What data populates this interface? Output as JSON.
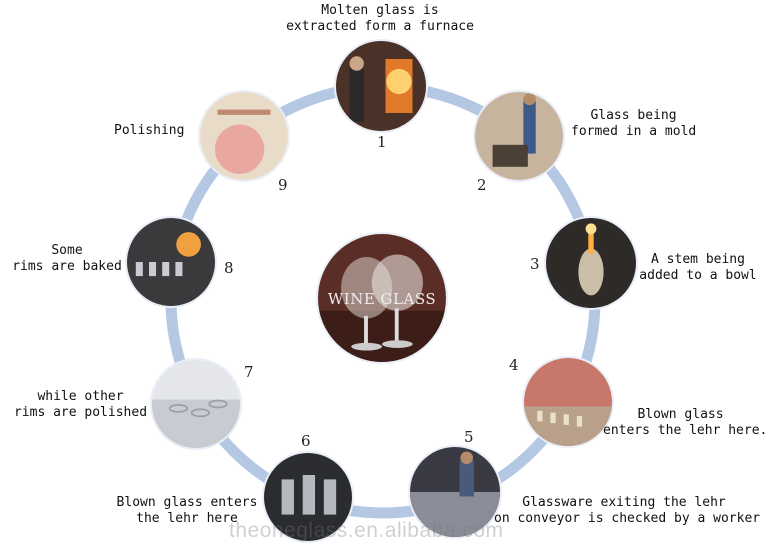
{
  "center": {
    "label": "WINE GLASS"
  },
  "steps": [
    {
      "number": "1",
      "caption": "Molten glass is\nextracted form a furnace"
    },
    {
      "number": "2",
      "caption": "Glass being\nformed in a mold"
    },
    {
      "number": "3",
      "caption": "A stem being\nadded to a bowl"
    },
    {
      "number": "4",
      "caption": "Blown glass\nenters the lehr here."
    },
    {
      "number": "5",
      "caption": "Glassware exiting the lehr\non conveyor is checked by a worker"
    },
    {
      "number": "6",
      "caption": "Blown glass enters\nthe lehr here"
    },
    {
      "number": "7",
      "caption": "while other\nrims are polished"
    },
    {
      "number": "8",
      "caption": "Some\nrims are baked"
    },
    {
      "number": "9",
      "caption": "Polishing"
    }
  ],
  "watermark": "theoneglass.en.alibaba.com",
  "colors": {
    "ring": "#b4c8e4"
  }
}
